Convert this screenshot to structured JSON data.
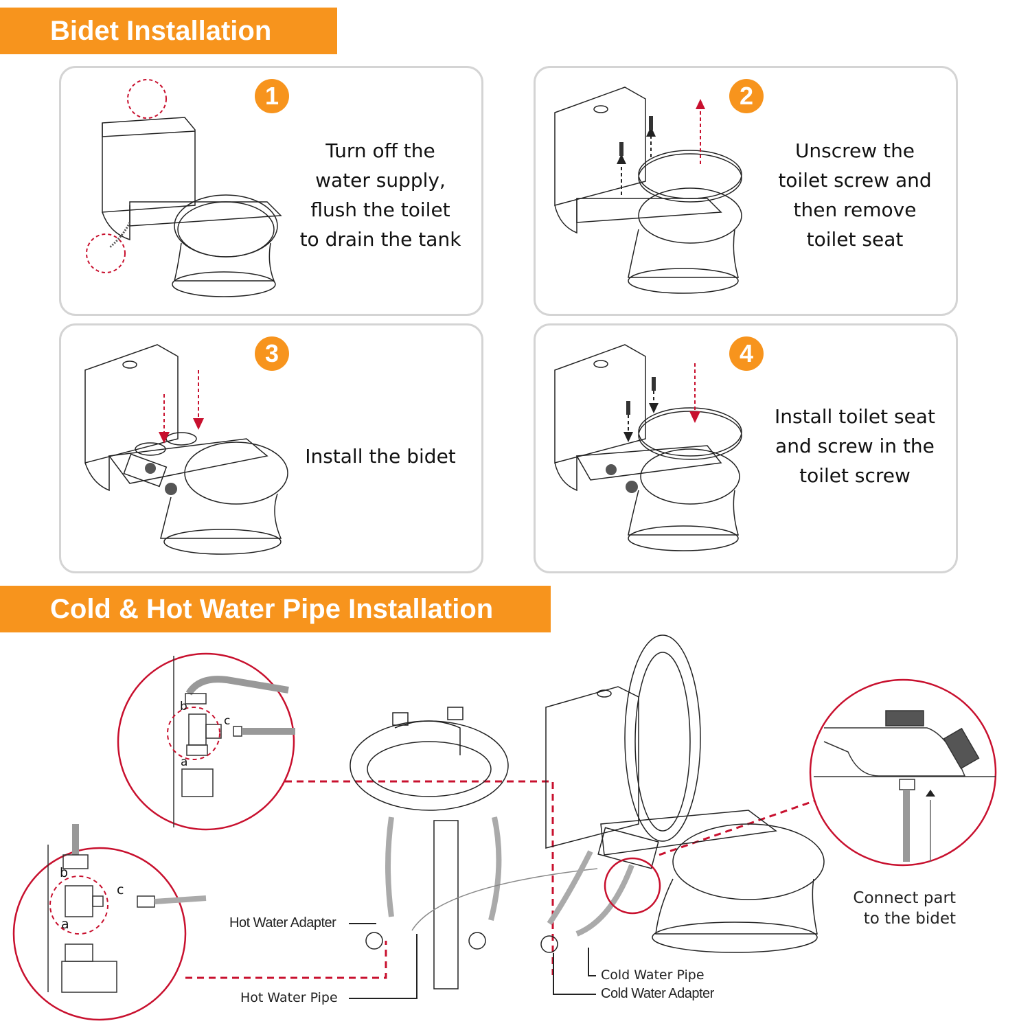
{
  "sections": {
    "bidet_installation": {
      "title": "Bidet Installation"
    },
    "pipe_installation": {
      "title": "Cold & Hot Water Pipe Installation"
    }
  },
  "steps": [
    {
      "number": "1",
      "text": "Turn off the\nwater supply,\nflush the toilet\nto drain the tank"
    },
    {
      "number": "2",
      "text": "Unscrew the\ntoilet screw and\nthen remove\ntoilet seat"
    },
    {
      "number": "3",
      "text": "Install the bidet"
    },
    {
      "number": "4",
      "text": "Install toilet seat\nand screw in the\ntoilet screw"
    }
  ],
  "pipe_diagram": {
    "labels": {
      "hot_water_adapter": "Hot Water Adapter",
      "hot_water_pipe": "Hot Water Pipe",
      "cold_water_pipe": "Cold Water Pipe",
      "cold_water_adapter": "Cold Water Adapter"
    },
    "detail_letters": {
      "a": "a",
      "b": "b",
      "c": "c"
    },
    "connect_caption": "Connect part\nto the bidet"
  },
  "colors": {
    "accent_orange": "#f7941d",
    "callout_red": "#c8102e",
    "card_border": "#d4d4d4"
  }
}
